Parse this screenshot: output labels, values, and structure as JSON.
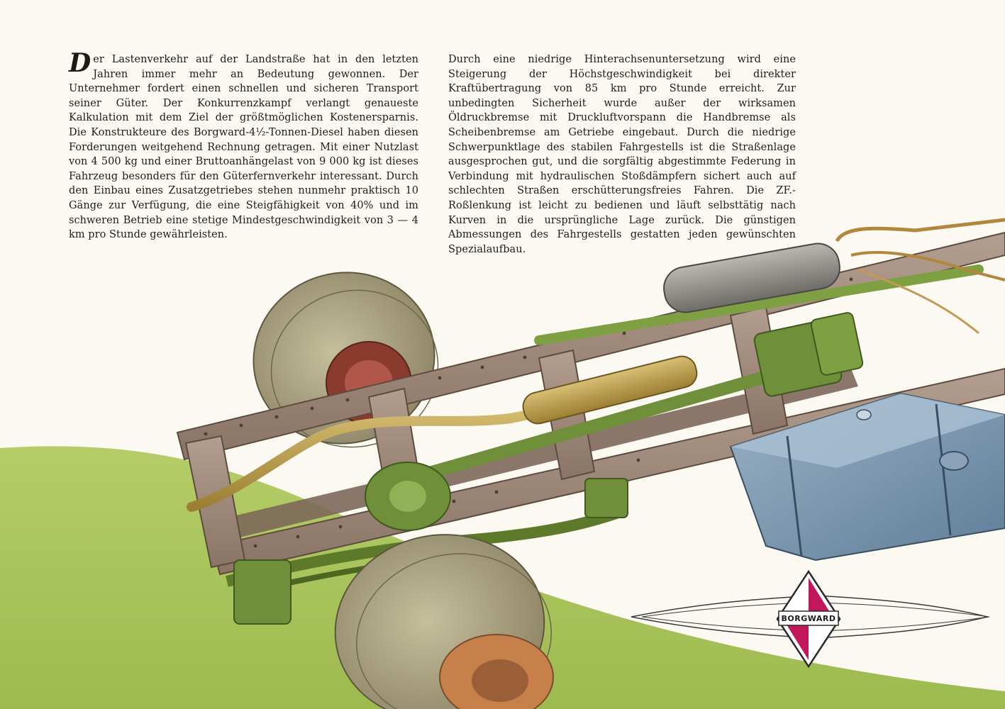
{
  "text": {
    "left_dropcap": "D",
    "left_column": "er Lastenverkehr auf der Landstraße hat in den letzten Jahren immer mehr an Bedeutung gewonnen. Der Unternehmer fordert einen schnellen und sicheren Transport seiner Güter. Der Konkurrenzkampf verlangt genaueste Kalkulation mit dem Ziel der größtmöglichen Kostenersparnis. Die Konstrukteure des Borgward-4½-Tonnen-Diesel haben diesen Forderungen weitgehend Rechnung getragen. Mit einer Nutzlast von 4 500 kg und einer Bruttoanhängelast von 9 000 kg ist dieses Fahrzeug besonders für den Güterfernverkehr interessant. Durch den Einbau eines Zusatzgetriebes stehen nunmehr praktisch 10 Gänge zur Verfügung, die eine Steigfähigkeit von 40% und im schweren Betrieb eine stetige Mindestgeschwindigkeit von 3 — 4 km pro Stunde gewährleisten.",
    "right_column": "Durch eine niedrige Hinterachsenuntersetzung wird eine Steigerung der Höchstgeschwindigkeit bei direkter Kraftübertragung von 85 km pro Stunde erreicht. Zur unbedingten Sicherheit wurde außer der wirksamen Öldruckbremse mit Druckluftvorspann die Handbremse als Scheibenbremse am Getriebe eingebaut. Durch die niedrige Schwerpunktlage des stabilen Fahrgestells ist die Straßenlage ausgesprochen gut, und die sorgfältig abgestimmte Federung in Verbindung mit hydraulischen Stoßdämpfern sichert auch auf schlechten Straßen erschütterungsfreies Fahren. Die ZF.-Roßlenkung ist leicht zu bedienen und läuft selbsttätig nach Kurven in die ursprüngliche Lage zurück. Die günstigen Abmessungen des Fahrgestells gestatten jeden gewünschten Spezialaufbau."
  },
  "logo": {
    "text": "BORGWARD"
  },
  "colors": {
    "paper": "#fbf9f1",
    "ground_green": "#a9c35a",
    "frame_brown": "#a08a7c",
    "drivetrain_green": "#6f8f3a",
    "tank_blue": "#7f99b1",
    "brass": "#b79a4a",
    "logo_red": "#c2185b"
  }
}
